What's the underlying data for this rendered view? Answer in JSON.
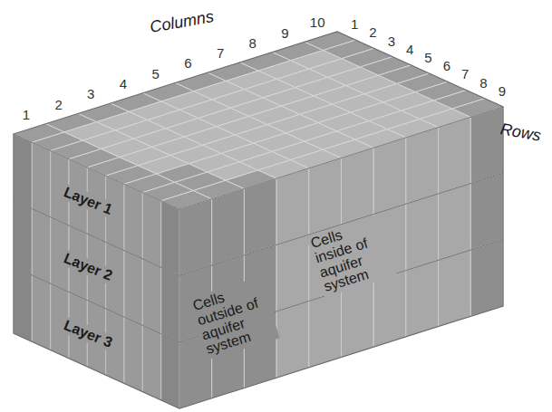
{
  "diagram": {
    "labels": [
      "Columns",
      "1",
      "2",
      "3",
      "4",
      "5",
      "6",
      "7",
      "8",
      "9",
      "10",
      "1",
      "2",
      "3",
      "4",
      "5",
      "6",
      "7",
      "8",
      "9",
      "Rows",
      "Layer 1",
      "Layer 2",
      "Layer 3",
      "Cells outside of aquifer system",
      "Cells inside of aquifer system"
    ]
  }
}
